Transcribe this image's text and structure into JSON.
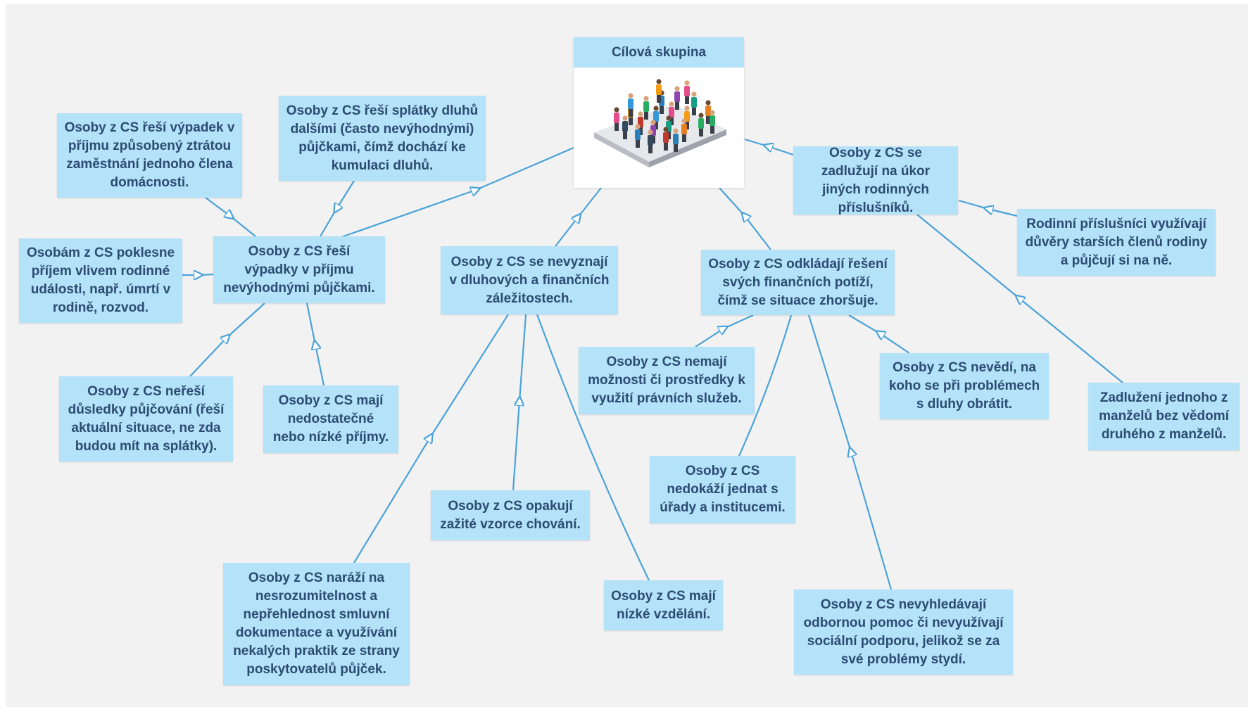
{
  "diagram": {
    "root": {
      "title": "Cílová skupina",
      "image_icon": "crowd-of-people-illustration"
    },
    "nodes": {
      "reseni_vypadku": "Osoby z CS řeší výpadky v příjmu nevýhodnými půjčkami.",
      "ztrata_zamestnani": "Osoby z CS řeší výpadek v příjmu způsobený ztrátou zaměstnání jednoho člena domácnosti.",
      "splatky_dluhu": "Osoby z CS řeší splátky dluhů dalšími (často nevýhodnými) půjčkami, čímž dochází ke kumulaci dluhů.",
      "rodinna_udalost": "Osobám z CS poklesne příjem vlivem rodinné události, např. úmrtí v rodině, rozvod.",
      "neresi_dusledky": "Osoby z CS neřeší důsledky půjčování (řeší aktuální situace, ne zda budou mít na splátky).",
      "nizke_prijmy": "Osoby z CS mají nedostatečné nebo nízké příjmy.",
      "nevyznaji_se": "Osoby z CS se nevyznají v dluhových a finančních záležitostech.",
      "nesrozumitelnost": "Osoby z CS naráží na nesrozumitelnost a nepřehlednost smluvní dokumentace a využívání nekalých praktik ze strany poskytovatelů půjček.",
      "vzorce_chovani": "Osoby z CS opakují zažité vzorce chování.",
      "nizke_vzdelani": "Osoby z CS mají nízké vzdělání.",
      "odkladaji": "Osoby z CS odkládají řešení svých finančních potíží, čímž se situace zhoršuje.",
      "pravni_sluzby": "Osoby z CS nemají možnosti či prostředky k využití právních služeb.",
      "urady": "Osoby z CS nedokáží jednat s úřady a institucemi.",
      "nevedi_na_koho": "Osoby z CS nevědí, na koho se při problémech s dluhy obrátit.",
      "stydi_se": "Osoby z CS nevyhledávají odbornou pomoc či nevyužívají sociální podporu, jelikož se za své problémy stydí.",
      "zadluzuji_se": "Osoby z CS se zadlužují na úkor jiných rodinných příslušníků.",
      "duvera_starsich": "Rodinní příslušníci využívají důvěry starších členů rodiny a půjčují si na ně.",
      "bez_vedomi": "Zadlužení jednoho z manželů bez vědomí druhého z manželů."
    },
    "colors": {
      "node_fill": "#b3e2f9",
      "node_text": "#2d4b72",
      "connector": "#4aa3d8",
      "background": "#f2f2f3"
    }
  }
}
